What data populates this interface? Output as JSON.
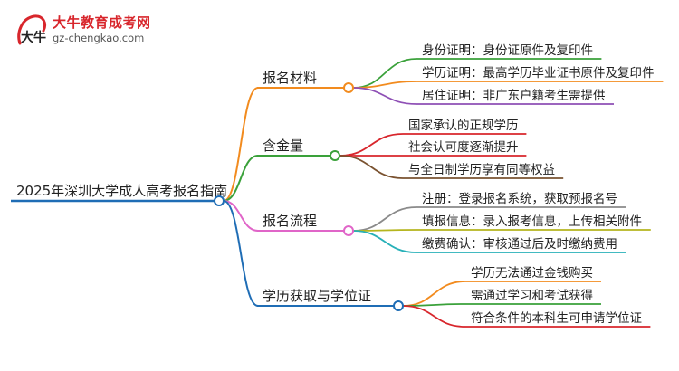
{
  "logo": {
    "title": "大牛教育成考网",
    "url": "gz-chengkao.com",
    "mark_text": "大牛"
  },
  "root": {
    "label": "2025年深圳大学成人高考报名指南",
    "color": "#1f6db5"
  },
  "branches": [
    {
      "label": "报名材料",
      "color": "#f28b1e",
      "leaves": [
        {
          "label": "身份证明：身份证原件及复印件",
          "color": "#3aa13a"
        },
        {
          "label": "学历证明：最高学历毕业证书原件及复印件",
          "color": "#f28b1e"
        },
        {
          "label": "居住证明：非广东户籍考生需提供",
          "color": "#8e4fb5"
        }
      ]
    },
    {
      "label": "含金量",
      "color": "#3aa13a",
      "leaves": [
        {
          "label": "国家承认的正规学历",
          "color": "#d8262c"
        },
        {
          "label": "社会认可度逐渐提升",
          "color": "#d8262c"
        },
        {
          "label": "与全日制学历享有同等权益",
          "color": "#7a5230"
        }
      ]
    },
    {
      "label": "报名流程",
      "color": "#e065c8",
      "leaves": [
        {
          "label": "注册：登录报名系统，获取预报名号",
          "color": "#8a8a8a"
        },
        {
          "label": "填报信息：录入报考信息，上传相关附件",
          "color": "#b5b51e"
        },
        {
          "label": "缴费确认：审核通过后及时缴纳费用",
          "color": "#27b0b8"
        }
      ]
    },
    {
      "label": "学历获取与学位证",
      "color": "#1f6db5",
      "leaves": [
        {
          "label": "学历无法通过金钱购买",
          "color": "#f28b1e"
        },
        {
          "label": "需通过学习和考试获得",
          "color": "#3aa13a"
        },
        {
          "label": "符合条件的本科生可申请学位证",
          "color": "#d8262c"
        }
      ]
    }
  ]
}
